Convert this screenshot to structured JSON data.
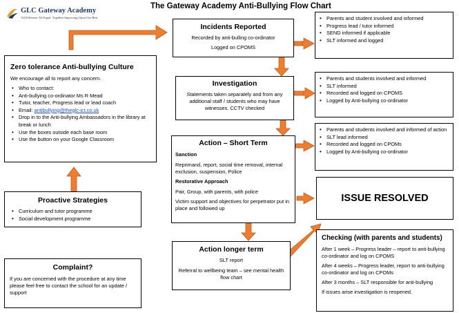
{
  "logo": {
    "name": "GLC Gateway Academy",
    "tagline": "All Different. All Equal. Together Improving Upon Our Best"
  },
  "title": "The Gateway Academy Anti-Bullying Flow Chart",
  "zero_tolerance": {
    "heading": "Zero tolerance Anti-bullying Culture",
    "intro": "We encourage all to report any concern.",
    "items": [
      "Who to contact:",
      "Anti-bullying co-ordinator Ms R Mead",
      "Tutor, teacher, Progress lead or lead coach",
      "Drop in to the Anti-bullying Ambassadors in the library at break or lunch",
      "Use the boxes outside each base room",
      "Use the button on your Google Classroom"
    ],
    "email_label": "Email: ",
    "email": "antibullying@theglc-ict.co.uk"
  },
  "proactive": {
    "heading": "Proactive Strategies",
    "items": [
      "Curriculum and tutor programme",
      "Social development programme"
    ]
  },
  "complaint": {
    "heading": "Complaint?",
    "text": "If you are concerned with the procedure at any time please feel free to contact the school for an update / support"
  },
  "incidents": {
    "heading": "Incidents Reported",
    "line1": "Recorded by anti-bulling co-ordinator",
    "line2": "Logged on CPOMS"
  },
  "investigation": {
    "heading": "Investigation",
    "text": "Statements taken separately and from any additional staff / students who may have witnesses.  CCTV checked"
  },
  "action_short": {
    "heading": "Action – Short Term",
    "sanction_label": "Sanction",
    "sanction_text": "Reprimand, report, social time removal, internal exclusion, suspension, Police",
    "restorative_label": "Restorative Approach",
    "restorative_text": "Pair, Group, with parents, with police",
    "victim_text": "Victim support and objectives for perpetrator put in place and followed up"
  },
  "action_long": {
    "heading": "Action longer term",
    "line1": "SLT report",
    "line2": "Referral to wellbeing team – see mental health flow chart"
  },
  "right_1": [
    "Parents and student involved and informed",
    "Progress lead / tutor informed",
    "SEND informed if applicable",
    "SLT informed and logged"
  ],
  "right_2": [
    "Parents and students involved and informed",
    "SLT informed",
    "Recorded and logged on CPOMS",
    "Logged by Anti-bullying co-ordinator"
  ],
  "right_3": [
    "Parents and students involved and informed of action",
    "SLT lead informed",
    "Recorded and logged on CPOMs",
    "Logged by Anti-bullying co-ordinator"
  ],
  "resolved": "ISSUE RESOLVED",
  "checking": {
    "heading": "Checking (with parents and students)",
    "p1": "After 1 week – Progress leader – report to anti-bullying co-ordinator and log on CPOMS",
    "p2": "After 4 weeks – Progress leader, report to anti-bullying co-ordinator and log on CPOMs",
    "p3": "After 3 months – SLT responsible for anti-bullying",
    "p4": "If issues arise investigation is reopened."
  },
  "colors": {
    "arrow": "#ed7d31",
    "arrow_stroke": "#c55a11",
    "logo_gold": "#e0a526",
    "logo_blue": "#1f3a6e",
    "link": "#1a4fd6"
  }
}
